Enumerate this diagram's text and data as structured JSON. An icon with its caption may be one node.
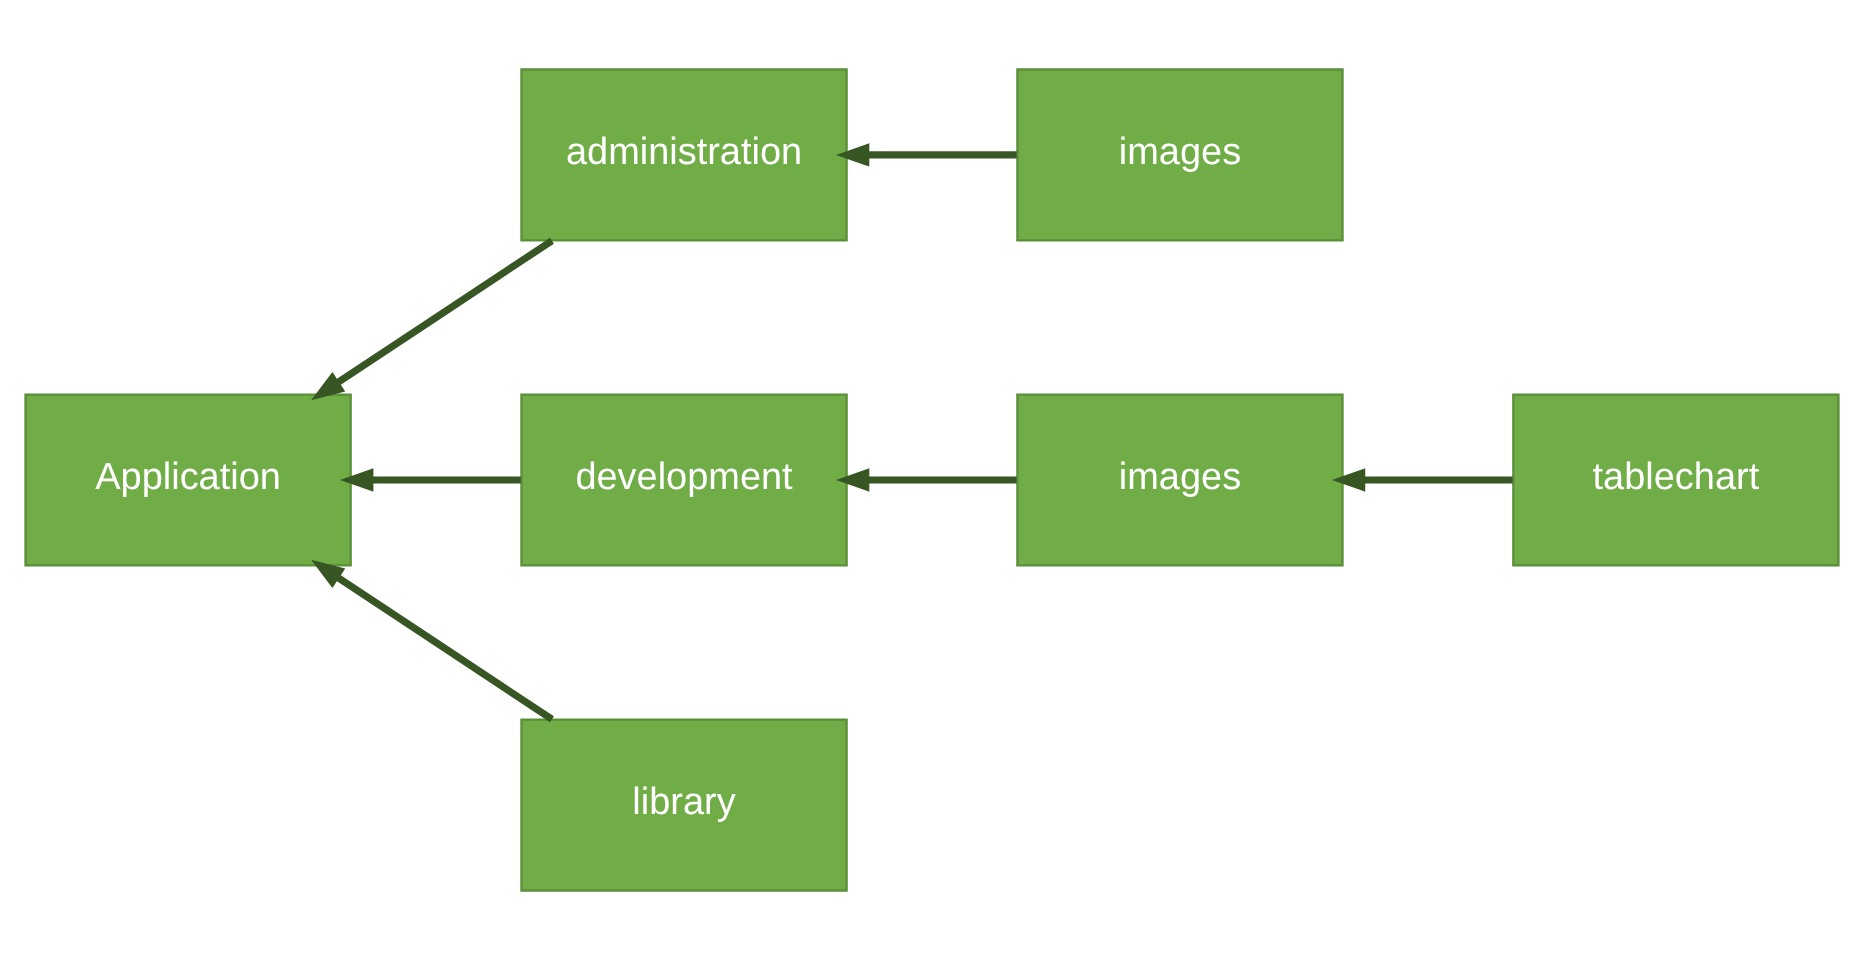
{
  "diagram": {
    "nodes": [
      {
        "text": [
          "Application"
        ]
      },
      {
        "text": [
          "administration"
        ]
      },
      {
        "text": [
          "images"
        ]
      },
      {
        "text": [
          "development"
        ]
      },
      {
        "text": [
          "images"
        ]
      },
      {
        "text": [
          "tablechart"
        ]
      },
      {
        "text": [
          "library"
        ]
      }
    ],
    "edges": [
      {
        "from": 1,
        "to": 0,
        "arrow": "to"
      },
      {
        "from": 2,
        "to": 1,
        "arrow": "to"
      },
      {
        "from": 3,
        "to": 0,
        "arrow": "to"
      },
      {
        "from": 4,
        "to": 3,
        "arrow": "to"
      },
      {
        "from": 5,
        "to": 4,
        "arrow": "to"
      },
      {
        "from": 6,
        "to": 0,
        "arrow": "to"
      }
    ]
  }
}
